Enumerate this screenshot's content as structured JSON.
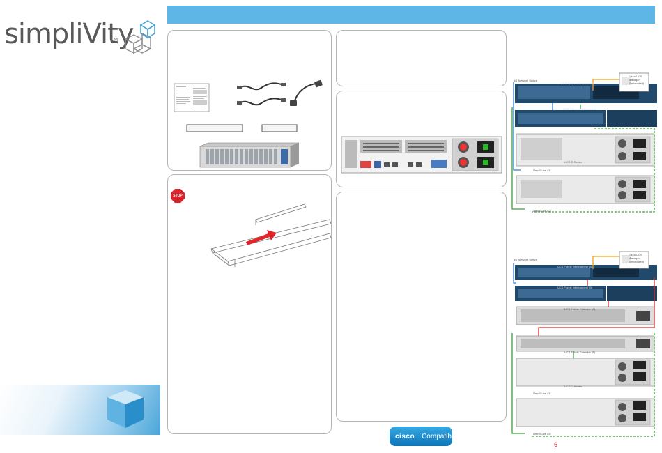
{
  "brand": {
    "logo_text": "simpliVity",
    "trademark": "TM"
  },
  "badge": {
    "cisco": "cisco",
    "compatible": "Compatible"
  },
  "page_number": "6",
  "stop_sign": "STOP",
  "diagram_top": {
    "network_switch": "1G Network Switch",
    "manager_title": "Cisco UCS Manager (Embedded)",
    "fabric_a": "UCS Fabric Interconnect A",
    "fabric_b": "UCS Fabric Interconnect B",
    "server_label": "UCS C-Series",
    "omnicube_a": "OmniCube #1",
    "omnicube_b": "OmniCube #2"
  },
  "diagram_bottom": {
    "network_switch": "1G Network Switch",
    "manager_title": "Cisco UCS Manager (Embedded)",
    "fabric_a": "UCS Fabric Interconnect (A)",
    "fabric_b": "UCS Fabric Interconnect (B)",
    "fex_a": "UCS Fabric Extender (A)",
    "fex_b": "UCS Fabric Extender (B)",
    "server_label": "UCS C-Series",
    "omnicube_a": "OmniCube #1",
    "omnicube_b": "OmniCube #2"
  },
  "colors": {
    "banner": "#5eb6e6",
    "panel_border": "#b5b5b5",
    "link_blue": "#2f7fd2",
    "link_green": "#3aa13a",
    "link_orange": "#f2a31a",
    "link_red": "#d12e2e",
    "stop_red": "#d8232a"
  }
}
